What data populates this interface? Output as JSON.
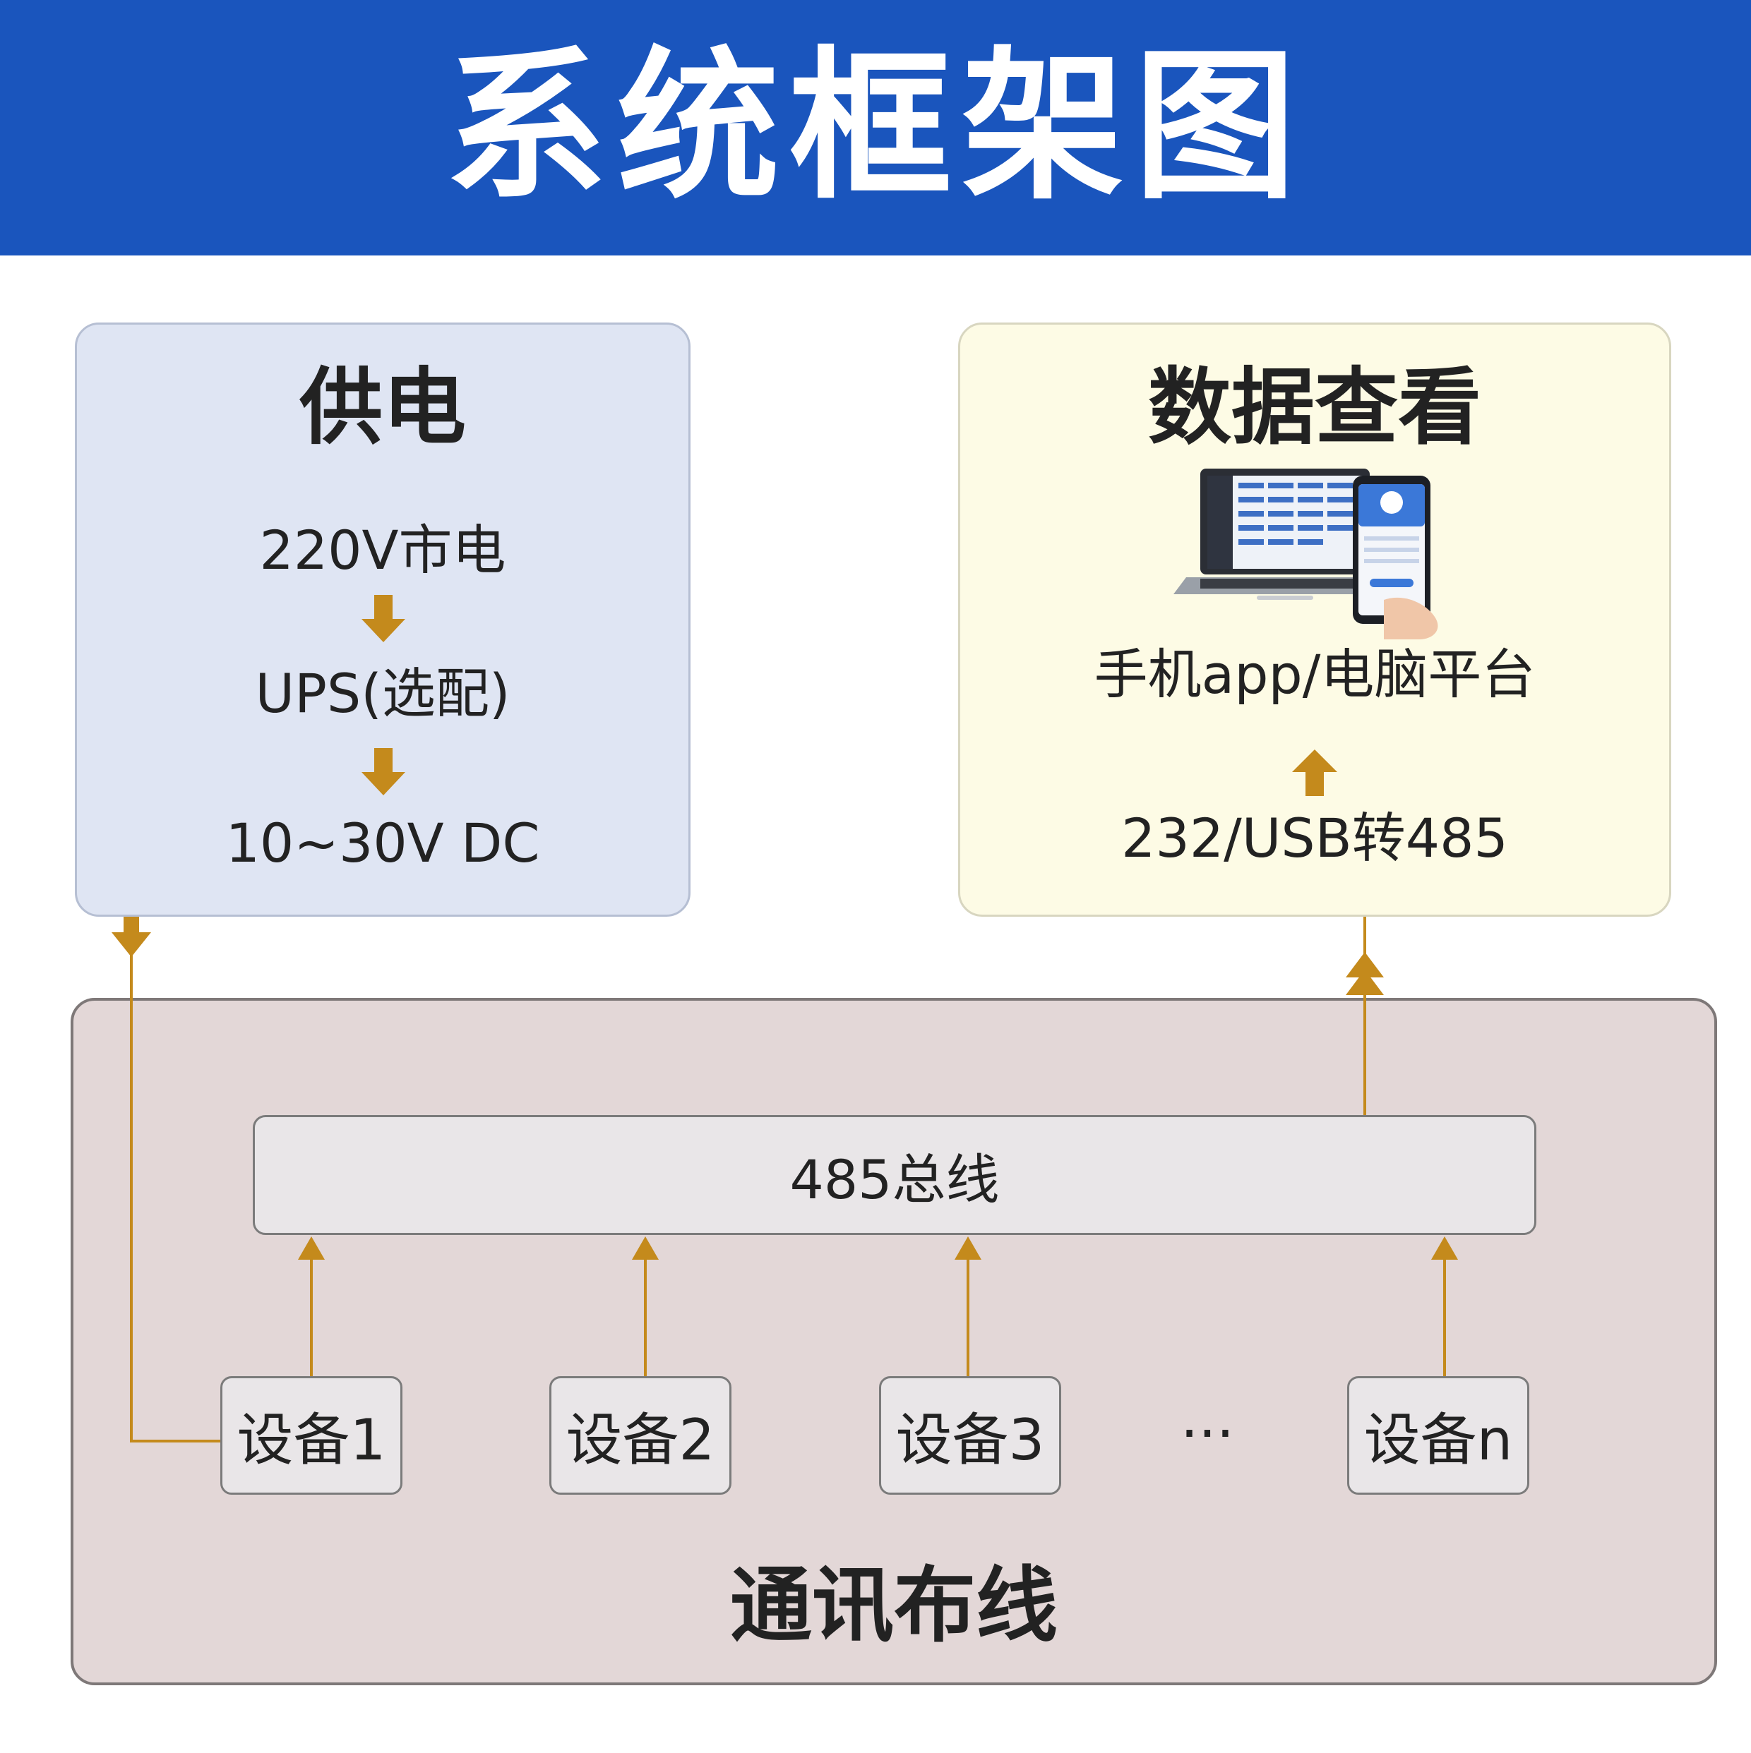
{
  "header": {
    "title": "系统框架图"
  },
  "power": {
    "title": "供电",
    "steps": [
      "220V市电",
      "UPS(选配)",
      "10~30V DC"
    ]
  },
  "viewing": {
    "title": "数据查看",
    "platform": "手机app/电脑平台",
    "converter": "232/USB转485",
    "illustration": "laptop-and-phone"
  },
  "comm": {
    "title": "通讯布线",
    "bus": "485总线",
    "devices": [
      "设备1",
      "设备2",
      "设备3",
      "设备n"
    ],
    "ellipsis": "···"
  },
  "colors": {
    "header_bg": "#1a55bd",
    "arrow": "#c48a1c",
    "power_bg": "#dfe5f3",
    "view_bg": "#fdfbe5",
    "comm_bg": "#e3d7d7"
  }
}
